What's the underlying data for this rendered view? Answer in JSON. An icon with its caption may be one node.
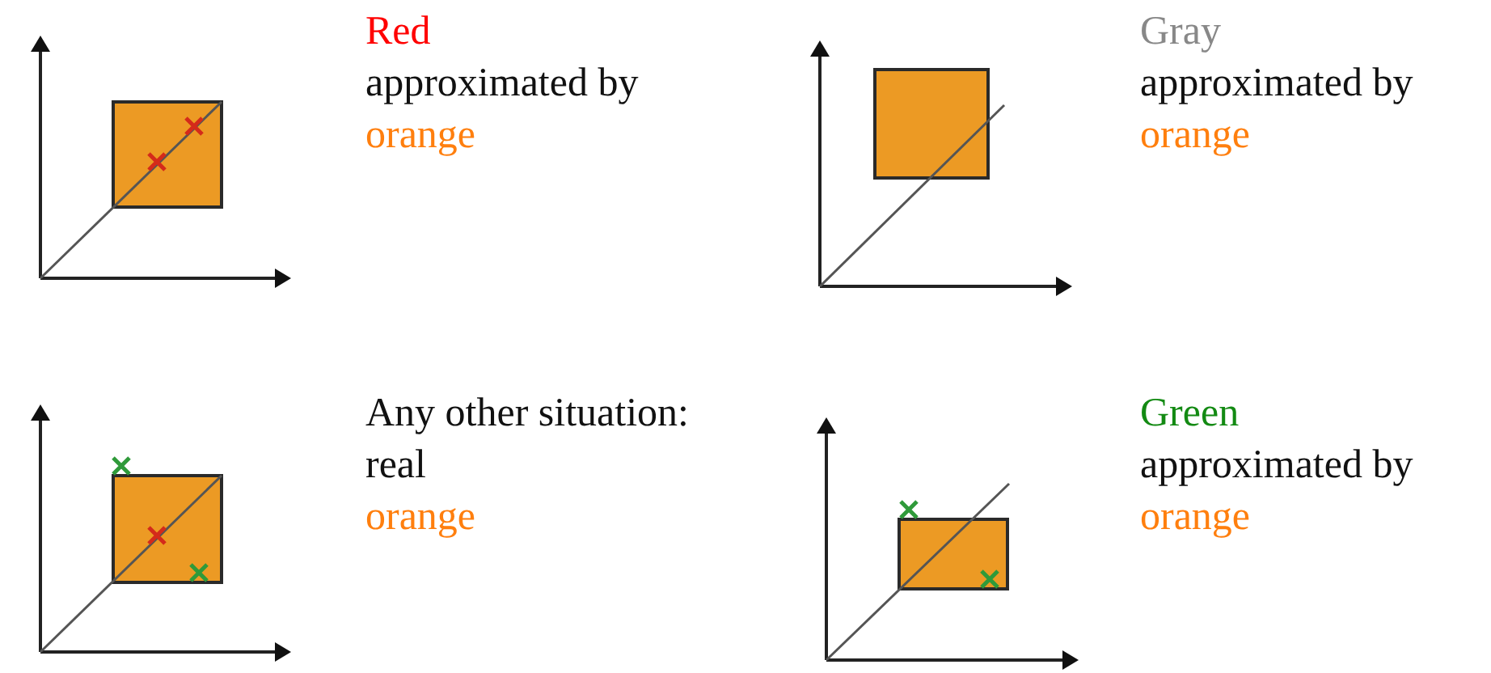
{
  "diagram": {
    "labels": [
      "Red",
      "approximated by",
      "orange",
      "Gray",
      "approximated by",
      "orange",
      "Any other situation: real",
      "orange",
      "Green",
      "approximated by",
      "orange"
    ]
  }
}
